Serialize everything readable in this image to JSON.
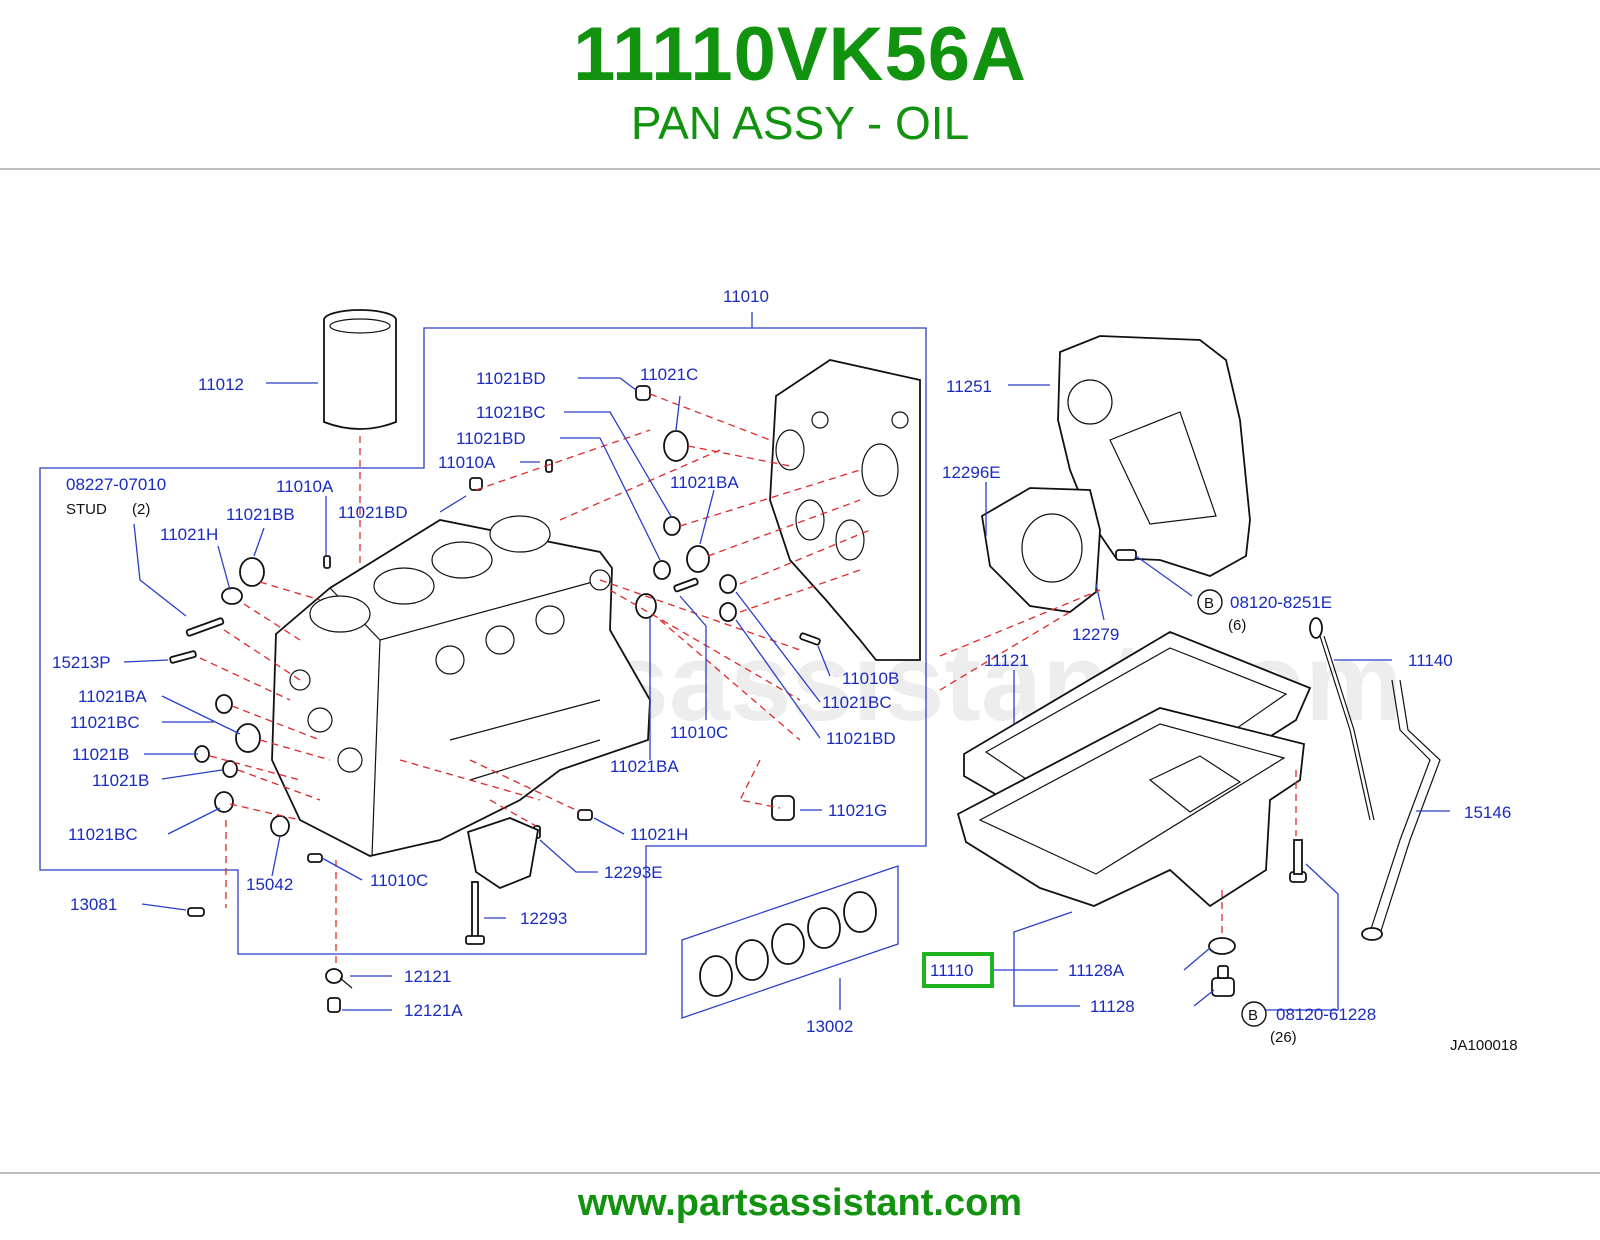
{
  "header": {
    "part_number": "11110VK56A",
    "part_name": "PAN ASSY - OIL"
  },
  "footer": {
    "url": "www.partsassistant.com"
  },
  "watermark": "partsassistant.com",
  "diagram_code": "JA100018",
  "highlighted_part": "11110",
  "colors": {
    "brand_green": "#12930f",
    "label_blue": "#1a2bbf",
    "dash_red": "#e0282a",
    "highlight": "#1fb31f"
  },
  "callouts": {
    "c11010": "11010",
    "c11012": "11012",
    "c11021BD_1": "11021BD",
    "c11021C": "11021C",
    "c11021BC_1": "11021BC",
    "c11021BD_2": "11021BD",
    "c11010A_1": "11010A",
    "c11021BA_1": "11021BA",
    "c08227": "08227-07010",
    "stud": "STUD",
    "stud_qty": "(2)",
    "c11010A_2": "11010A",
    "c11021BD_3": "11021BD",
    "c11021BB": "11021BB",
    "c11021H_1": "11021H",
    "c15213P": "15213P",
    "c11021BA_2": "11021BA",
    "c11021BC_2": "11021BC",
    "c11021B_1": "11021B",
    "c11021B_2": "11021B",
    "c11021BC_3": "11021BC",
    "c13081": "13081",
    "c15042": "15042",
    "c11010C_1": "11010C",
    "c12121": "12121",
    "c12121A": "12121A",
    "c12293": "12293",
    "c12293E": "12293E",
    "c11021H_2": "11021H",
    "c11021BA_3": "11021BA",
    "c11010C_2": "11010C",
    "c11021G": "11021G",
    "c11010B": "11010B",
    "c11021BC_4": "11021BC",
    "c11021BD_4": "11021BD",
    "c13002": "13002",
    "c11251": "11251",
    "c12296E": "12296E",
    "c12279": "12279",
    "c08120_8251E": "08120-8251E",
    "b1": "B",
    "qty6": "(6)",
    "c11121": "11121",
    "c11140": "11140",
    "c15146": "15146",
    "c11110": "11110",
    "c11128A": "11128A",
    "c11128": "11128",
    "c08120_61228": "08120-61228",
    "b2": "B",
    "qty26": "(26)"
  }
}
